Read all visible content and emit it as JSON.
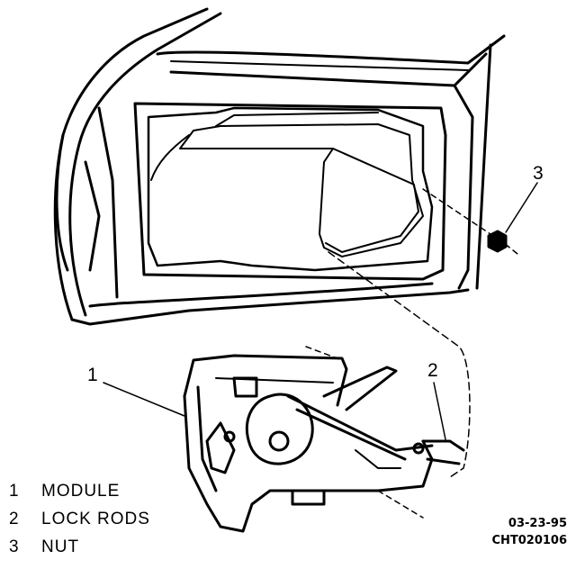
{
  "callouts": [
    {
      "num": "1"
    },
    {
      "num": "2"
    },
    {
      "num": "3"
    }
  ],
  "legend": [
    {
      "num": "1",
      "label": "MODULE"
    },
    {
      "num": "2",
      "label": "LOCK RODS"
    },
    {
      "num": "3",
      "label": "NUT"
    }
  ],
  "code": {
    "date": "03-23-95",
    "id": "CHT020106"
  }
}
